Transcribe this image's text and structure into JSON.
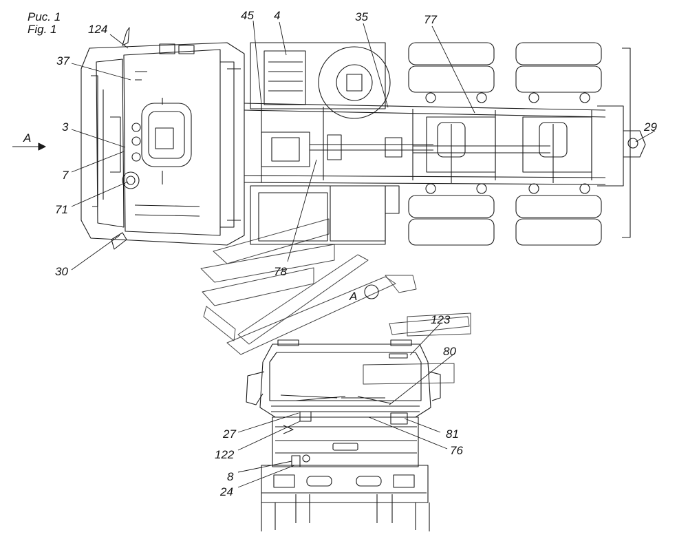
{
  "figure": {
    "caption_ru": "Рис. 1",
    "caption_en": "Fig. 1"
  },
  "view": {
    "arrow_label": "A",
    "view_marker": "A"
  },
  "callouts": [
    "124",
    "45",
    "4",
    "35",
    "77",
    "37",
    "3",
    "7",
    "71",
    "30",
    "78",
    "29",
    "123",
    "80",
    "27",
    "81",
    "122",
    "76",
    "8",
    "24"
  ],
  "colors": {
    "line": "#1a1a1a",
    "paper": "#ffffff",
    "faint": "#8a8a8a"
  }
}
